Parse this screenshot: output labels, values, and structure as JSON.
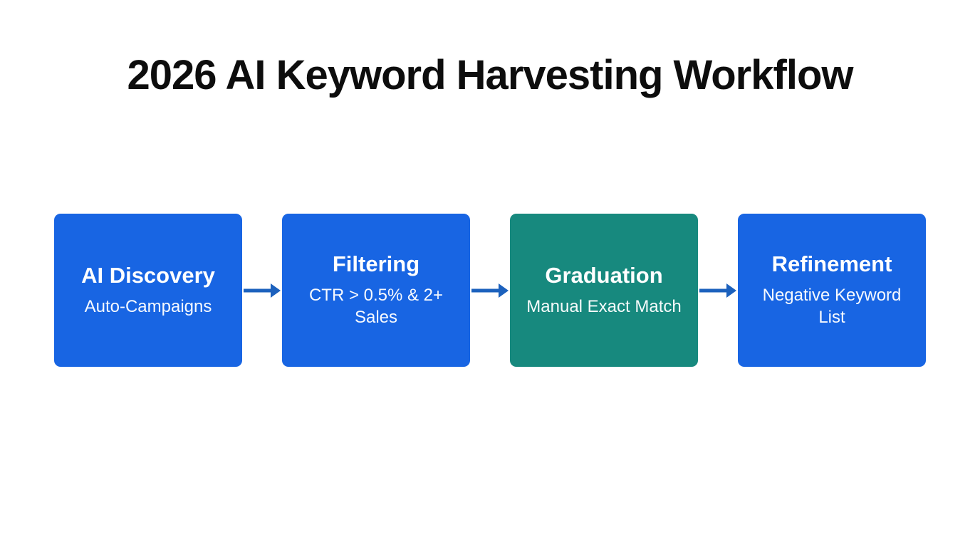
{
  "title": "2026 AI Keyword Harvesting Workflow",
  "colors": {
    "blue": "#1865e3",
    "teal": "#17897e",
    "arrow": "#1c61bd",
    "title_text": "#0d0d0d",
    "box_text": "#ffffff",
    "background": "#ffffff"
  },
  "steps": [
    {
      "title": "AI Discovery",
      "subtitle": "Auto-Campaigns",
      "color": "#1865e3"
    },
    {
      "title": "Filtering",
      "subtitle": "CTR > 0.5% & 2+ Sales",
      "color": "#1865e3"
    },
    {
      "title": "Graduation",
      "subtitle": "Manual Exact Match",
      "color": "#17897e"
    },
    {
      "title": "Refinement",
      "subtitle": "Negative Keyword List",
      "color": "#1865e3"
    }
  ]
}
